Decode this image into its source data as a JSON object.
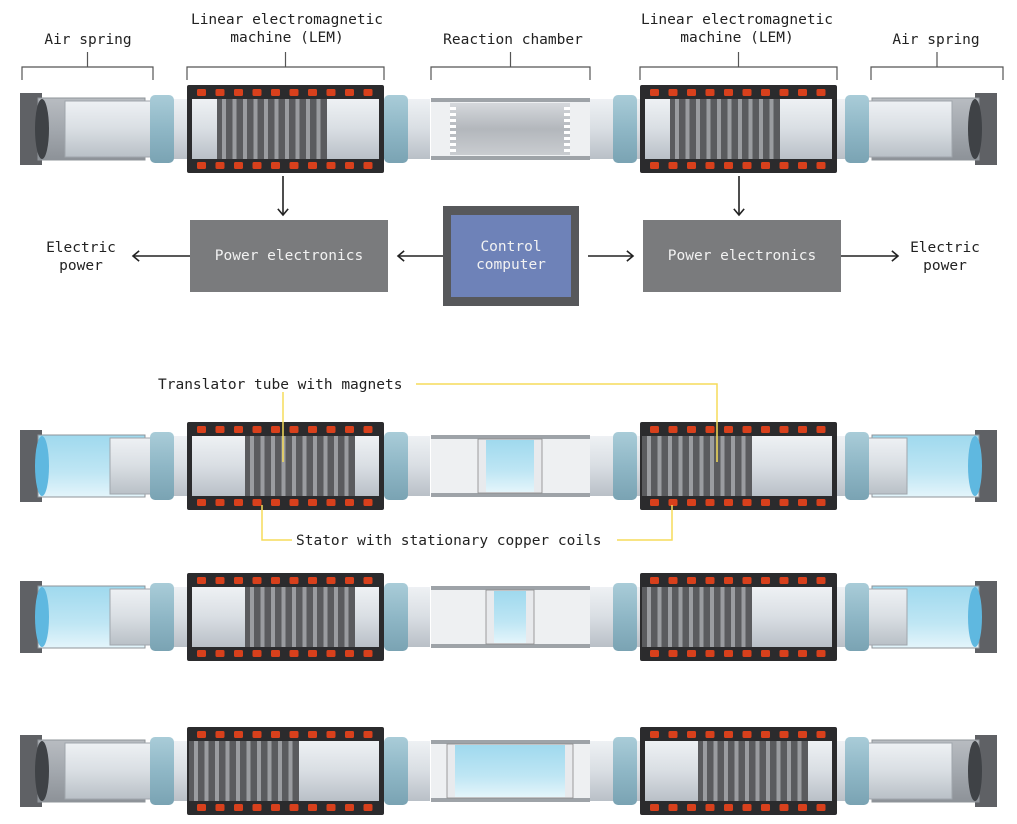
{
  "diagram": {
    "top_labels": {
      "air_spring_left": "Air spring",
      "lem_left": [
        "Linear electromagnetic",
        "machine (LEM)"
      ],
      "reaction_chamber": "Reaction chamber",
      "lem_right": [
        "Linear electromagnetic",
        "machine (LEM)"
      ],
      "air_spring_right": "Air spring"
    },
    "control_flow": {
      "power_electronics_left": "Power electronics",
      "control_computer": [
        "Control",
        "computer"
      ],
      "power_electronics_right": "Power electronics",
      "electric_power_left": [
        "Electric",
        "power"
      ],
      "electric_power_right": [
        "Electric",
        "power"
      ]
    },
    "callouts": {
      "translator": "Translator tube with magnets",
      "stator": "Stator with stationary copper coils"
    },
    "colors": {
      "power_box": "#7a7b7d",
      "control_outer": "#57585b",
      "control_inner": "#6e82b8",
      "callout_line": "#f5dc5a",
      "stator_dark": "#2b2b2d",
      "coil": "#d8401c",
      "collar": "#8fb7c6",
      "tube": "#d8dde2",
      "gas": "#a9dcee"
    },
    "stages": [
      {
        "name": "stage-1",
        "air_left": "gray",
        "air_right": "gray",
        "chamber": "empty",
        "translator_offset": 0
      },
      {
        "name": "stage-2",
        "air_left": "blue",
        "air_right": "blue",
        "chamber": "narrow",
        "translator_offset": 1
      },
      {
        "name": "stage-3",
        "air_left": "blue",
        "air_right": "blue",
        "chamber": "thin",
        "translator_offset": 1
      },
      {
        "name": "stage-4",
        "air_left": "gray",
        "air_right": "gray",
        "chamber": "wide",
        "translator_offset": -1
      }
    ]
  }
}
